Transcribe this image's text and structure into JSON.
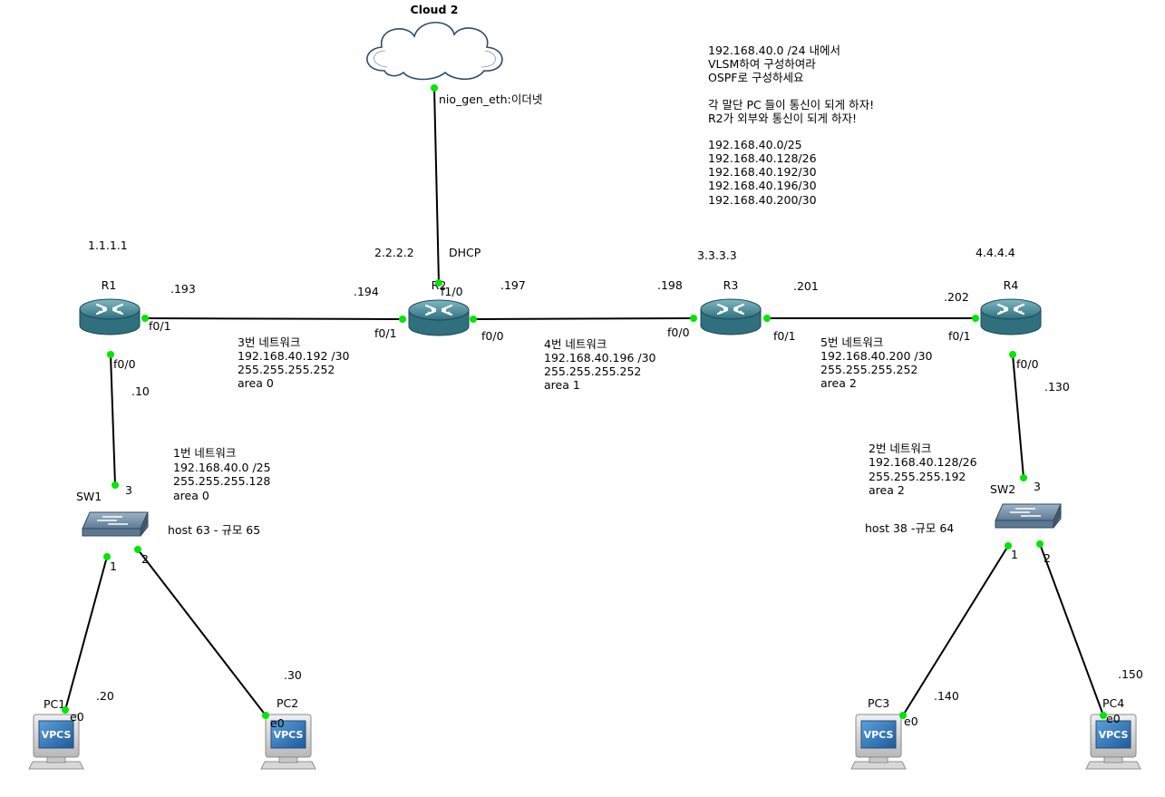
{
  "notes": [
    "192.168.40.0 /24 내에서",
    "VLSM하여 구성하여라",
    "OSPF로 구성하세요",
    "",
    "각 말단 PC 들이 통신이 되게 하자!",
    "R2가 외부와 통신이 되게 하자!",
    "",
    "192.168.40.0/25",
    "192.168.40.128/26",
    "192.168.40.192/30",
    "192.168.40.196/30",
    "192.168.40.200/30"
  ],
  "cloud": {
    "name": "Cloud 2",
    "port": "nio_gen_eth:이더넷",
    "icon": "cloud-icon"
  },
  "routers": [
    {
      "id": "r1",
      "name": "R1",
      "router_id": "1.1.1.1"
    },
    {
      "id": "r2",
      "name": "R2",
      "router_id": "2.2.2.2",
      "extra": "DHCP"
    },
    {
      "id": "r3",
      "name": "R3",
      "router_id": "3.3.3.3"
    },
    {
      "id": "r4",
      "name": "R4",
      "router_id": "4.4.4.4"
    }
  ],
  "switches": [
    {
      "id": "sw1",
      "name": "SW1"
    },
    {
      "id": "sw2",
      "name": "SW2"
    }
  ],
  "pcs": [
    {
      "id": "pc1",
      "name": "PC1",
      "badge": "VPCS",
      "port": "e0",
      "host": ".20"
    },
    {
      "id": "pc2",
      "name": "PC2",
      "badge": "VPCS",
      "port": "e0",
      "host": ".30"
    },
    {
      "id": "pc3",
      "name": "PC3",
      "badge": "VPCS",
      "port": "e0",
      "host": ".140"
    },
    {
      "id": "pc4",
      "name": "PC4",
      "badge": "VPCS",
      "port": "e0",
      "host": ".150"
    }
  ],
  "port_labels": {
    "r1_f01": "f0/1",
    "r1_f00": "f0/0",
    "r2_f01": "f0/1",
    "r2_f00": "f0/0",
    "r2_f10": "f1/0",
    "r3_f00": "f0/0",
    "r3_f01": "f0/1",
    "r4_f01": "f0/1",
    "r4_f00": "f0/0",
    "sw1_p3": "3",
    "sw1_p1": "1",
    "sw1_p2": "2",
    "sw2_p3": "3",
    "sw2_p1": "1",
    "sw2_p2": "2"
  },
  "host_labels": {
    "r1_193": ".193",
    "r2_194": ".194",
    "r2_197": ".197",
    "r3_198": ".198",
    "r3_201": ".201",
    "r4_202": ".202",
    "r1_10": ".10",
    "r4_130": ".130"
  },
  "networks": [
    {
      "id": "net3",
      "lines": [
        "3번 네트워크",
        "192.168.40.192 /30",
        "255.255.255.252",
        "area 0"
      ]
    },
    {
      "id": "net4",
      "lines": [
        "4번 네트워크",
        "192.168.40.196 /30",
        "255.255.255.252",
        "area 1"
      ]
    },
    {
      "id": "net5",
      "lines": [
        "5번 네트워크",
        "192.168.40.200 /30",
        "255.255.255.252",
        "area 2"
      ]
    },
    {
      "id": "net1",
      "lines": [
        "1번 네트워크",
        "192.168.40.0 /25",
        "255.255.255.128",
        "area 0"
      ]
    },
    {
      "id": "net2",
      "lines": [
        "2번 네트워크",
        "192.168.40.128/26",
        "255.255.255.192",
        "area 2"
      ]
    }
  ],
  "host_counts": {
    "sw1": "host 63 - 규모 65",
    "sw2": "host 38 -규모 64"
  },
  "colors": {
    "router_top": "#5fa0ac",
    "router_body": "#2f7080",
    "link": "#000000",
    "port": "#00e600",
    "switch": "#6f8ea8",
    "vpcs": "#3a78b8"
  }
}
